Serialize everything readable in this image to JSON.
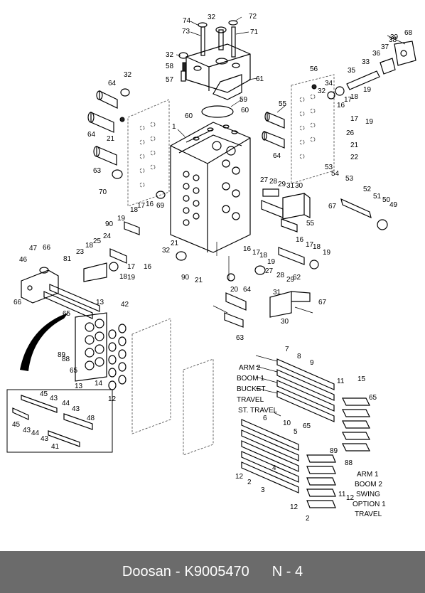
{
  "footer": {
    "brand": "Doosan",
    "dash": "-",
    "part_number": "K9005470",
    "page": "N - 4"
  },
  "function_labels": {
    "upper": [
      "ARM 2",
      "BOOM 1",
      "BUCKET",
      "TRAVEL",
      "ST. TRAVEL"
    ],
    "lower": [
      "ARM 1",
      "BOOM 2",
      "SWING",
      "OPTION 1",
      "TRAVEL"
    ]
  },
  "callouts": [
    "74",
    "32",
    "72",
    "73",
    "71",
    "32",
    "58",
    "57",
    "61",
    "32",
    "64",
    "60",
    "59",
    "60",
    "55",
    "56",
    "32",
    "34",
    "35",
    "33",
    "36",
    "37",
    "38",
    "39",
    "68",
    "19",
    "16",
    "17",
    "18",
    "19",
    "26",
    "17",
    "21",
    "22",
    "1",
    "21",
    "64",
    "64",
    "63",
    "70",
    "53",
    "54",
    "53",
    "27",
    "28",
    "29",
    "31",
    "30",
    "52",
    "51",
    "50",
    "49",
    "19",
    "18",
    "17",
    "16",
    "69",
    "67",
    "90",
    "24",
    "25",
    "18",
    "23",
    "81",
    "47",
    "66",
    "46",
    "66",
    "32",
    "21",
    "90",
    "21",
    "55",
    "16",
    "17",
    "18",
    "19",
    "16",
    "17",
    "18",
    "19",
    "62",
    "28",
    "27",
    "29",
    "31",
    "20",
    "64",
    "63",
    "67",
    "30",
    "19",
    "18",
    "17",
    "16",
    "13",
    "42",
    "65",
    "12",
    "14",
    "89",
    "88",
    "65",
    "13",
    "45",
    "43",
    "44",
    "43",
    "48",
    "45",
    "43",
    "44",
    "43",
    "41",
    "7",
    "8",
    "9",
    "6",
    "10",
    "5",
    "4",
    "3",
    "2",
    "12",
    "65",
    "11",
    "15",
    "65",
    "88",
    "89",
    "11",
    "12",
    "2",
    "12"
  ],
  "icons": [
    "exploded-parts-diagram"
  ]
}
